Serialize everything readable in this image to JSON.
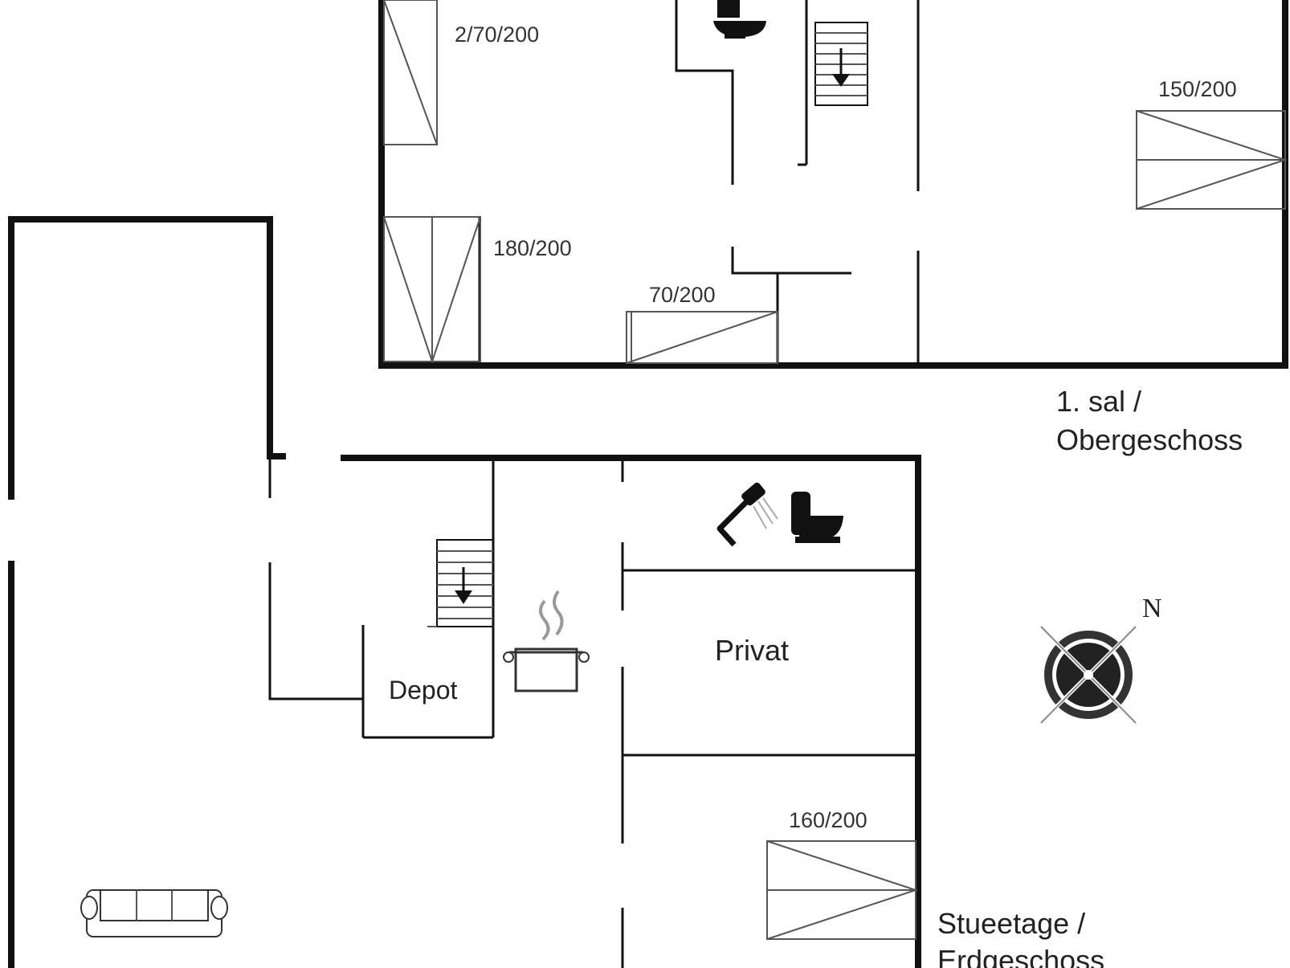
{
  "plan": {
    "upper_floor": {
      "label_line1": "1. sal /",
      "label_line2": "Obergeschoss",
      "beds": [
        "2/70/200",
        "180/200",
        "70/200",
        "150/200"
      ],
      "icons": [
        "toilet-icon",
        "stairs-down-icon"
      ]
    },
    "ground_floor": {
      "label_line1": "Stueetage /",
      "label_line2": "Erdgeschoss",
      "rooms": {
        "depot": "Depot",
        "private": "Privat"
      },
      "beds": [
        "160/200"
      ],
      "icons": [
        "shower-icon",
        "toilet-icon",
        "stairs-down-icon",
        "cooking-pot-icon",
        "sofa-icon"
      ]
    },
    "compass": {
      "north_label": "N",
      "icon": "compass-rose-icon"
    },
    "colors": {
      "lines": "#111111",
      "background": "#ffffff"
    }
  }
}
